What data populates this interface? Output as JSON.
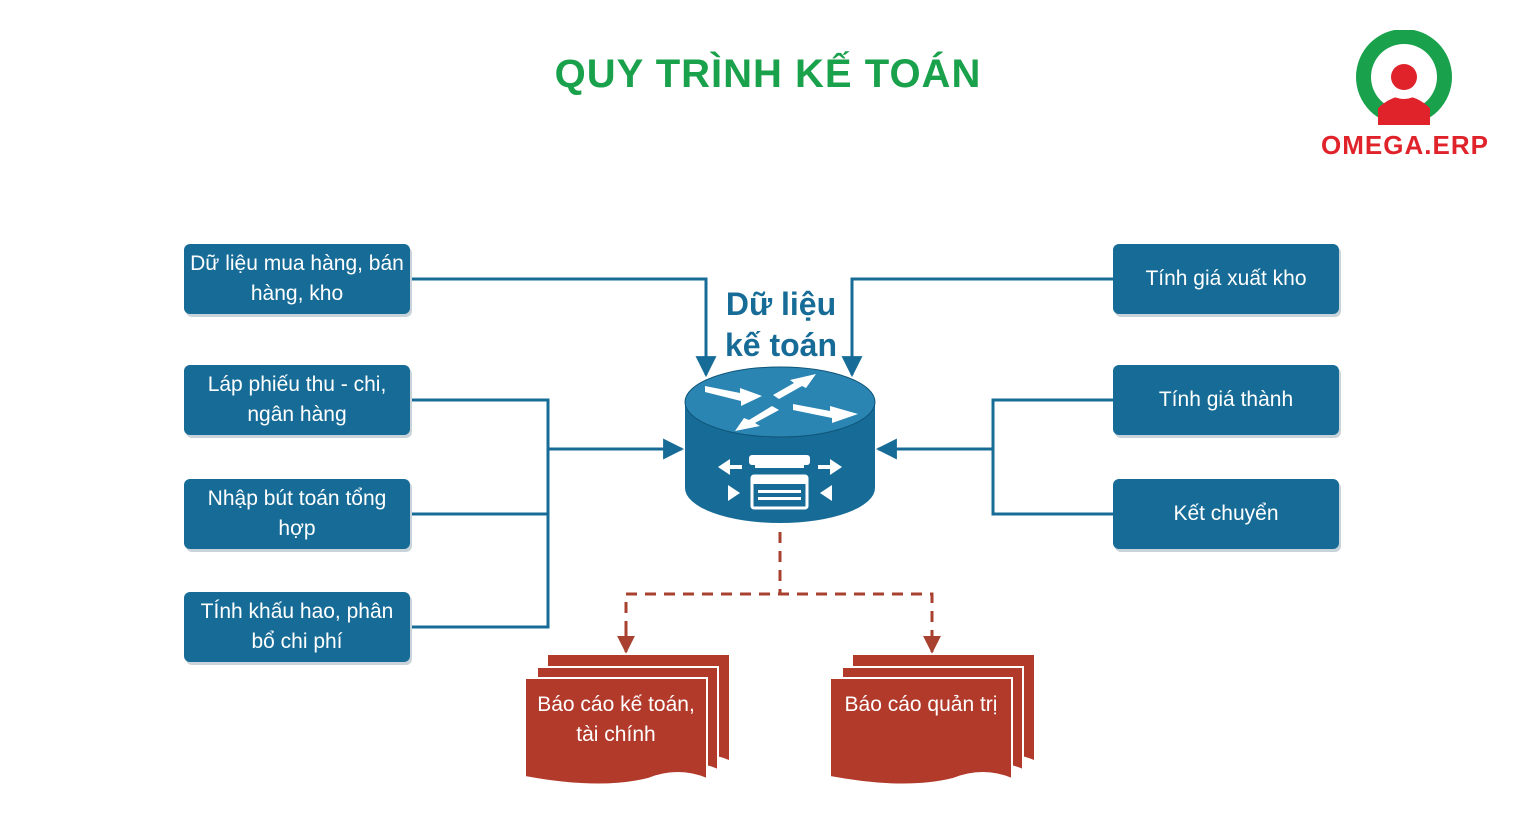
{
  "title": "QUY TRÌNH KẾ TOÁN",
  "logo": {
    "text": "OMEGA.ERP"
  },
  "center_label": [
    "Dữ liệu",
    "kế toán"
  ],
  "left_boxes": [
    {
      "label": "Dữ liệu mua hàng, bán hàng, kho"
    },
    {
      "label": "Láp phiếu thu - chi, ngân hàng"
    },
    {
      "label": "Nhập bút toán tổng hợp"
    },
    {
      "label": "TÍnh khấu hao, phân bổ chi phí"
    }
  ],
  "right_boxes": [
    {
      "label": "Tính giá xuất kho"
    },
    {
      "label": "Tính giá thành"
    },
    {
      "label": "Kết chuyển"
    }
  ],
  "reports": [
    {
      "label": "Báo cáo kế toán, tài chính"
    },
    {
      "label": "Báo cáo quản trị"
    }
  ],
  "colors": {
    "title": "#1aa14b",
    "box": "#176c97",
    "connector": "#176c97",
    "report": "#b23a2b",
    "dashed": "#a8412f",
    "logo_green": "#1aa14b",
    "logo_red": "#e0232b"
  }
}
